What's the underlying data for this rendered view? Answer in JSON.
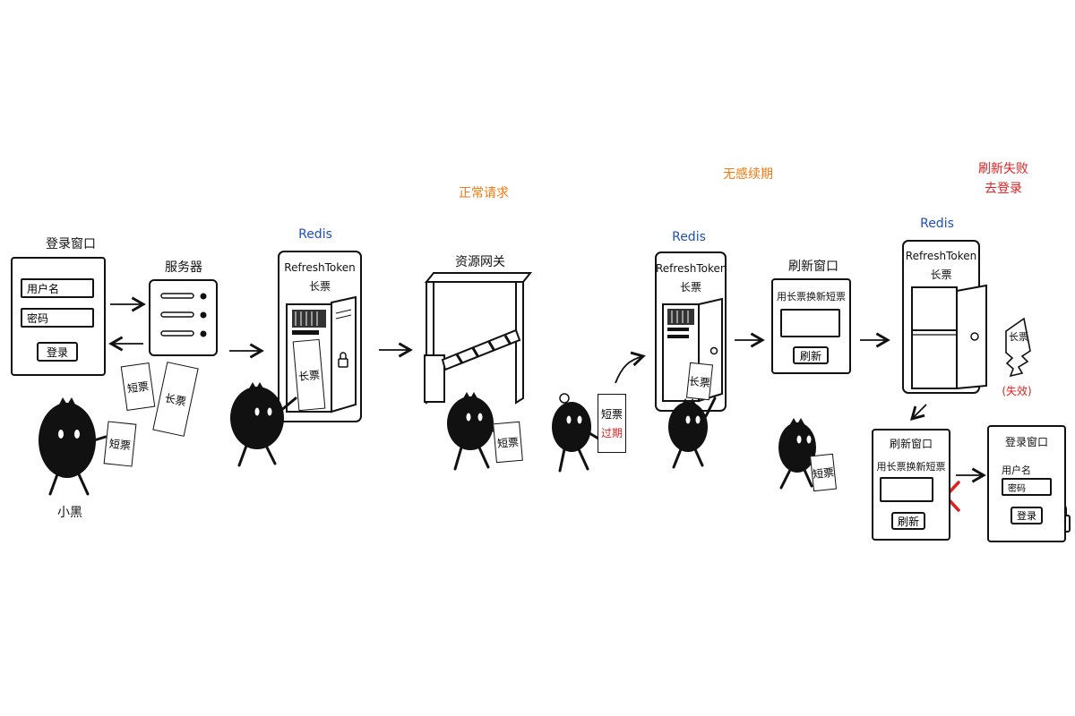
{
  "labels": {
    "login_window": "登录窗口",
    "username": "用户名",
    "password": "密码",
    "login_button": "登录",
    "server": "服务器",
    "ticket_short": "短票",
    "ticket_long": "长票",
    "character": "小黑",
    "redis": "Redis",
    "refresh_token": "RefreshToken",
    "long_ticket": "长票",
    "normal_request": "正常请求",
    "resource_gateway": "资源网关",
    "expired": "过期",
    "seamless_renewal": "无感续期",
    "refresh_window": "刷新窗口",
    "exchange_text": "用长票换新短票",
    "refresh_button": "刷新",
    "refresh_failed_line1": "刷新失败",
    "refresh_failed_line2": "去登录",
    "invalid": "(失效)",
    "login_button_alt": "登录"
  },
  "colors": {
    "redis": "#1f4fb6",
    "normal_request": "#f07a10",
    "failure": "#e02020",
    "ink": "#111111"
  }
}
